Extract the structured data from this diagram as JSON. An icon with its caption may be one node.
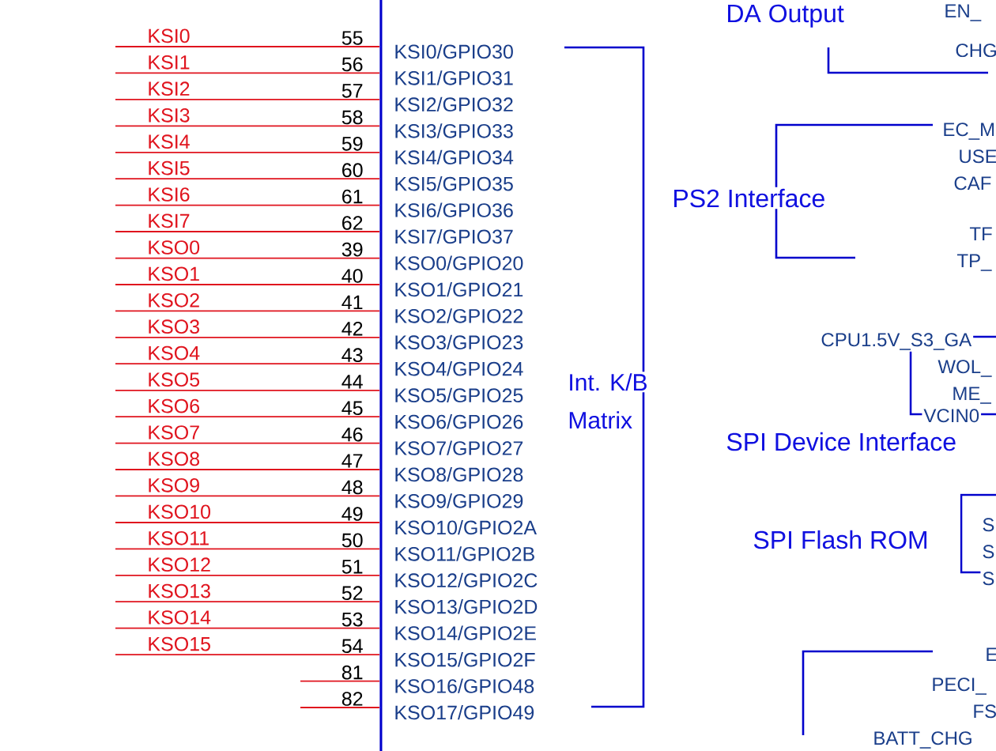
{
  "diagram": {
    "labels": [
      "KSI0",
      "55",
      "KSI0/GPIO30",
      "KSI1",
      "56",
      "KSI1/GPIO31",
      "KSI2",
      "57",
      "KSI2/GPIO32",
      "KSI3",
      "58",
      "KSI3/GPIO33",
      "KSI4",
      "59",
      "KSI4/GPIO34",
      "KSI5",
      "60",
      "KSI5/GPIO35",
      "KSI6",
      "61",
      "KSI6/GPIO36",
      "KSI7",
      "62",
      "KSI7/GPIO37",
      "KSO0",
      "39",
      "KSO0/GPIO20",
      "KSO1",
      "40",
      "KSO1/GPIO21",
      "KSO2",
      "41",
      "KSO2/GPIO22",
      "KSO3",
      "42",
      "KSO3/GPIO23",
      "KSO4",
      "43",
      "KSO4/GPIO24",
      "KSO5",
      "44",
      "KSO5/GPIO25",
      "KSO6",
      "45",
      "KSO6/GPIO26",
      "KSO7",
      "46",
      "KSO7/GPIO27",
      "KSO8",
      "47",
      "KSO8/GPIO28",
      "KSO9",
      "48",
      "KSO9/GPIO29",
      "KSO10",
      "49",
      "KSO10/GPIO2A",
      "KSO11",
      "50",
      "KSO11/GPIO2B",
      "KSO12",
      "51",
      "KSO12/GPIO2C",
      "KSO13",
      "52",
      "KSO13/GPIO2D",
      "KSO14",
      "53",
      "KSO14/GPIO2E",
      "KSO15",
      "54",
      "KSO15/GPIO2F",
      "81",
      "KSO16/GPIO48",
      "82",
      "KSO17/GPIO49",
      "Int. K/B",
      "Matrix",
      "EN_",
      "DA Output",
      "CHG",
      "EC_M",
      "USE",
      "CAF",
      "PS2 Interface",
      "TF",
      "TP_",
      "CPU1.5V_S3_GA",
      "WOL_",
      "ME_",
      "VCIN0",
      "SPI Device Interface",
      "S",
      "SPI Flash ROM",
      "S",
      "S",
      "E",
      "PECI_",
      "FS",
      "BATT_CHG"
    ]
  }
}
